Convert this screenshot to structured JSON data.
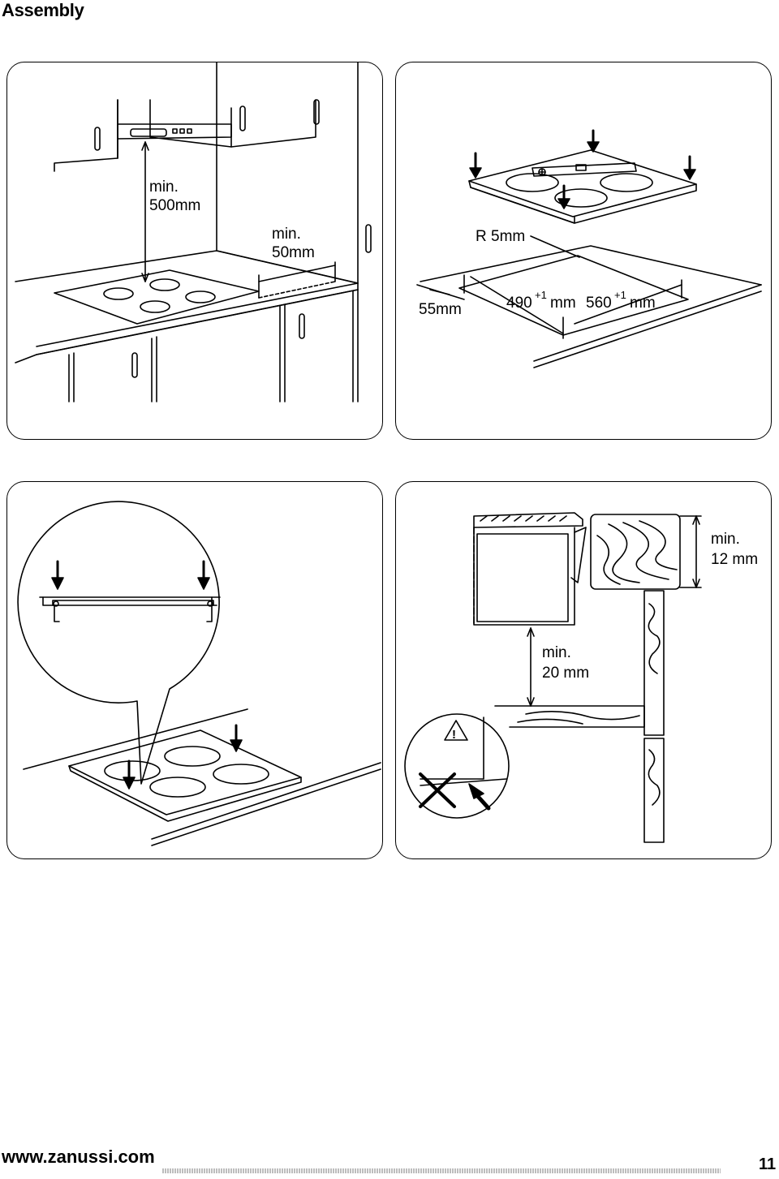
{
  "page": {
    "title": "Assembly",
    "website": "www.zanussi.com",
    "page_number": "11"
  },
  "panel1": {
    "hood_clearance_1": "min.",
    "hood_clearance_2": "500mm",
    "wall_clearance_1": "min.",
    "wall_clearance_2": "50mm"
  },
  "panel2": {
    "radius": "R 5mm",
    "edge_distance": "55mm",
    "depth_value": "490",
    "depth_tolerance": "+1",
    "depth_unit": "mm",
    "width_value": "560",
    "width_tolerance": "+1",
    "width_unit": "mm"
  },
  "panel4": {
    "worktop_clearance_1": "min.",
    "worktop_clearance_2": "12 mm",
    "bottom_clearance_1": "min.",
    "bottom_clearance_2": "20 mm",
    "warning_symbol": "!"
  }
}
